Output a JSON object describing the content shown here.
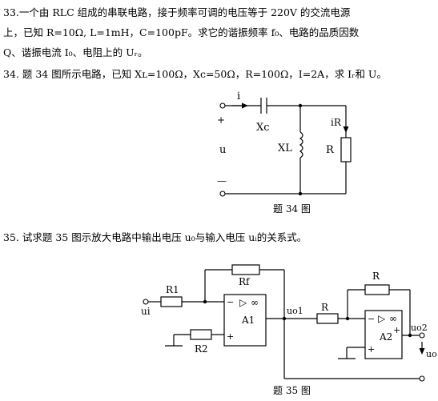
{
  "q33": {
    "line1": "33.一个由 RLC 组成的串联电路，接于频率可调的电压等于 220V 的交流电源",
    "line2": "上，已知 R=10Ω, L=1mH，C=100pF。求它的谐振频率 f₀、电路的品质因数",
    "line3": "Q、谐振电流 I₀、电阻上的 Uᵣ。"
  },
  "q34": {
    "text": "34. 题 34 图所示电路，已知 Xʟ=100Ω，Xc=50Ω，R=100Ω，I=2A，求 Iᵣ和 U。",
    "figure": {
      "current_i": "i",
      "current_iR": "iR",
      "cap_label": "Xc",
      "ind_label": "XL",
      "res_label": "R",
      "voltage_u": "u",
      "plus": "+",
      "minus": "—",
      "caption": "题 34 图"
    }
  },
  "q35": {
    "text": "35. 试求题 35 图示放大电路中输出电压 u₀与输入电压 uᵢ的关系式。",
    "figure": {
      "r1": "R1",
      "rf": "Rf",
      "r2": "R2",
      "r_mid": "R",
      "r_top2": "R",
      "ui": "ui",
      "uo1": "uo1",
      "uo2": "uo2",
      "uo": "uo",
      "a1": "A1",
      "a2": "A2",
      "tri": "▷",
      "inf": "∞",
      "minus": "−",
      "plus": "+",
      "caption": "题 35 图"
    }
  }
}
